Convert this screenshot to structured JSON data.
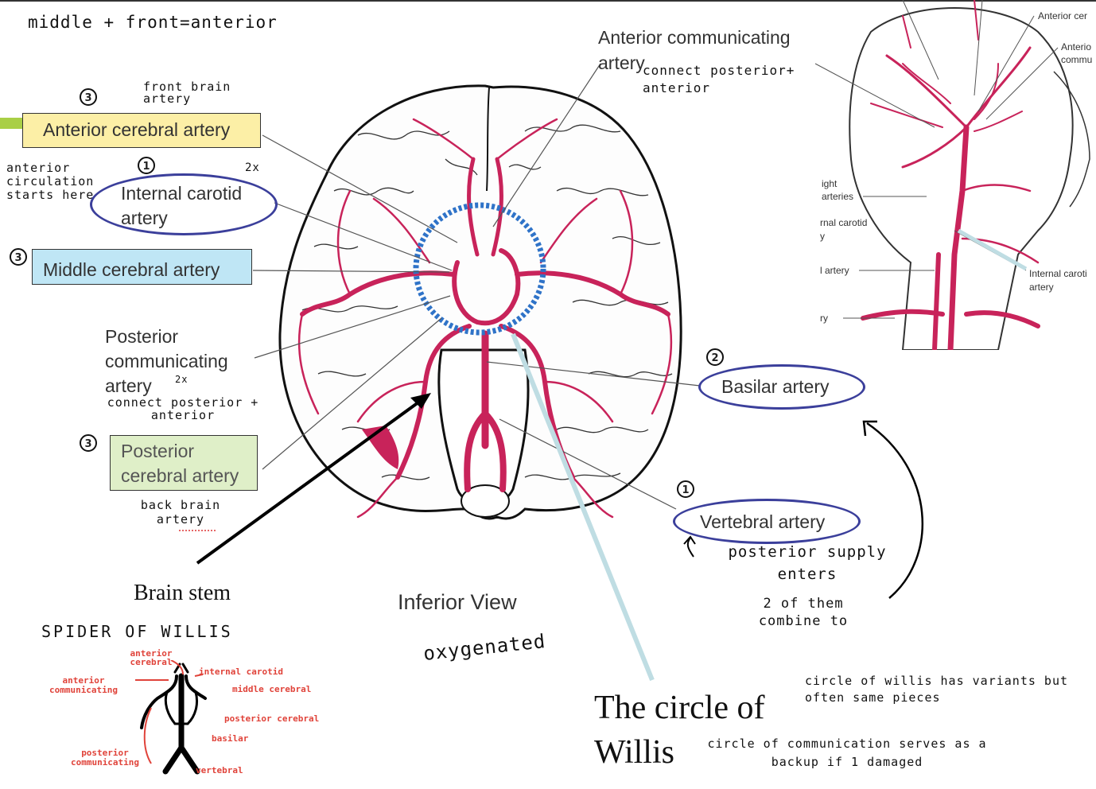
{
  "notes": {
    "top_left": "middle + front=anterior",
    "front_brain": "front brain artery",
    "two_x_ica": "2x",
    "anterior_circ": "anterior circulation starts here",
    "two_x_pcom": "2x",
    "connect_pcom": "connect posterior + anterior",
    "back_brain": "back brain artery",
    "connect_acom": "connect posterior+ anterior",
    "posterior_supply": "posterior supply enters",
    "two_combine": "2 of them combine to",
    "oxygenated": "oxygenated",
    "spider": "SPIDER OF WILLIS",
    "variants": "circle of willis has variants but often same pieces",
    "backup": "circle of communication serves as a backup if 1 damaged"
  },
  "numbers": {
    "aca": "3",
    "ica": "1",
    "mca": "3",
    "pca": "3",
    "basilar": "2",
    "vertebral": "1"
  },
  "labels": {
    "aca": "Anterior cerebral artery",
    "ica_line1": "Internal carotid",
    "ica_line2": "artery",
    "mca": "Middle cerebral artery",
    "pcom_line1": "Posterior",
    "pcom_line2": "communicating",
    "pcom_line3": "artery",
    "pca_line1": "Posterior",
    "pca_line2": "cerebral artery",
    "acom_line1": "Anterior communicating",
    "acom_line2": "artery",
    "basilar": "Basilar artery",
    "vertebral": "Vertebral artery",
    "brain_stem": "Brain stem",
    "inferior_view": "Inferior View",
    "circle_line1": "The circle of",
    "circle_line2": "Willis"
  },
  "head_inset": {
    "anterior_cer": "Anterior cer",
    "anterio": "Anterio",
    "commu": "commu",
    "right_arteries_1": "ight",
    "right_arteries_2": "arteries",
    "rnal_carotid_1": "rnal carotid",
    "rnal_carotid_2": "y",
    "l_artery": "l artery",
    "ry": "ry",
    "internal_caroti": "Internal caroti",
    "artery": "artery"
  },
  "spider_labels": {
    "anterior_cerebral": "anterior cerebral",
    "internal_carotid": "internal carotid",
    "anterior_communicating": "anterior communicating",
    "middle_cerebral": "middle cerebral",
    "posterior_cerebral": "posterior cerebral",
    "basilar": "basilar",
    "posterior_communicating": "posterior communicating",
    "vertebral": "vertebral"
  },
  "colors": {
    "artery": "#c8235a",
    "oval": "#3b3f9b",
    "dotted_circle": "#2f73c8",
    "aca_box": "#fcefa6",
    "mca_box": "#bfe6f5",
    "pca_box": "#dfefc8",
    "pointer": "#bfdde3",
    "spider_red": "#e0433a"
  }
}
